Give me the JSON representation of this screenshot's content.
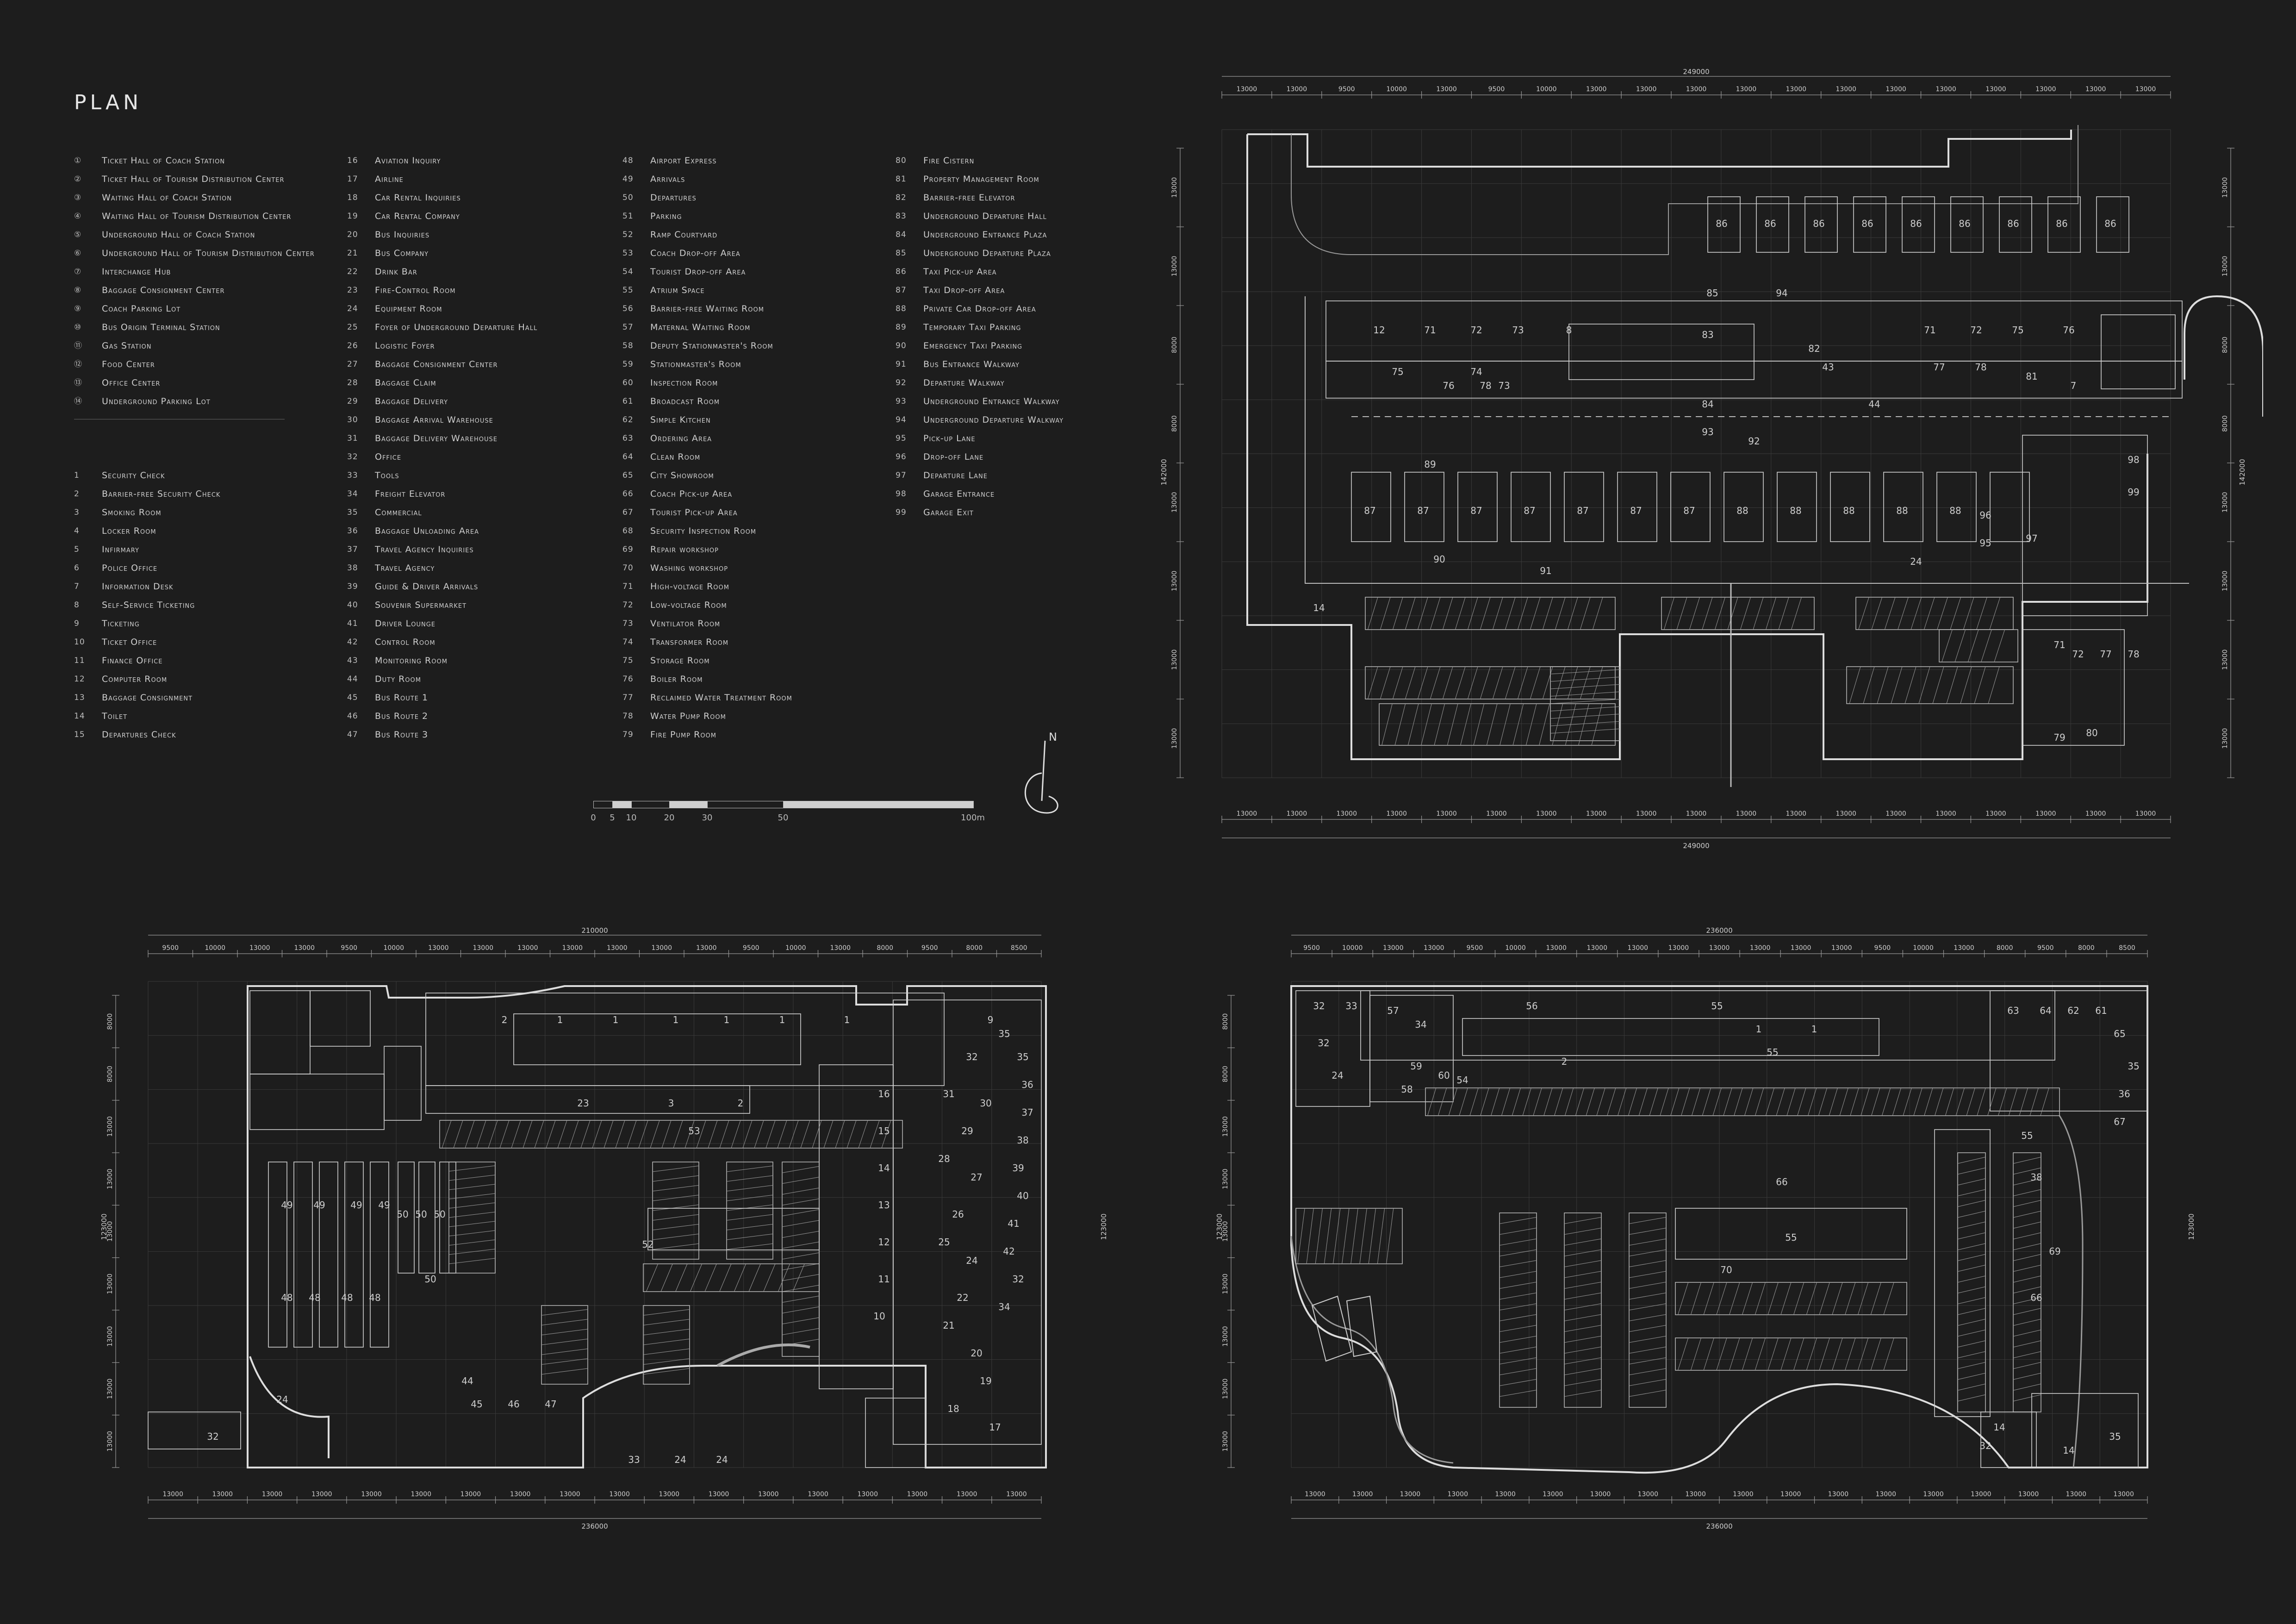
{
  "title": "PLAN",
  "legend": {
    "circled": [
      {
        "n": "①",
        "label": "Ticket Hall of Coach Station"
      },
      {
        "n": "②",
        "label": "Ticket Hall of Tourism Distribution Center"
      },
      {
        "n": "③",
        "label": "Waiting Hall of Coach Station"
      },
      {
        "n": "④",
        "label": "Waiting Hall of Tourism Distribution Center"
      },
      {
        "n": "⑤",
        "label": "Underground Hall of Coach Station"
      },
      {
        "n": "⑥",
        "label": "Underground Hall of Tourism Distribution Center"
      },
      {
        "n": "⑦",
        "label": "Interchange Hub"
      },
      {
        "n": "⑧",
        "label": "Baggage Consignment Center"
      },
      {
        "n": "⑨",
        "label": "Coach Parking Lot"
      },
      {
        "n": "⑩",
        "label": "Bus Origin Terminal Station"
      },
      {
        "n": "⑪",
        "label": "Gas Station"
      },
      {
        "n": "⑫",
        "label": "Food Center"
      },
      {
        "n": "⑬",
        "label": "Office Center"
      },
      {
        "n": "⑭",
        "label": "Underground Parking Lot"
      }
    ],
    "col1": [
      {
        "n": "1",
        "label": "Security Check"
      },
      {
        "n": "2",
        "label": "Barrier-free Security Check"
      },
      {
        "n": "3",
        "label": "Smoking Room"
      },
      {
        "n": "4",
        "label": "Locker Room"
      },
      {
        "n": "5",
        "label": "Infirmary"
      },
      {
        "n": "6",
        "label": "Police Office"
      },
      {
        "n": "7",
        "label": "Information Desk"
      },
      {
        "n": "8",
        "label": "Self-Service Ticketing"
      },
      {
        "n": "9",
        "label": "Ticketing"
      },
      {
        "n": "10",
        "label": "Ticket Office"
      },
      {
        "n": "11",
        "label": "Finance Office"
      },
      {
        "n": "12",
        "label": "Computer Room"
      },
      {
        "n": "13",
        "label": "Baggage Consignment"
      },
      {
        "n": "14",
        "label": "Toilet"
      },
      {
        "n": "15",
        "label": "Departures Check"
      }
    ],
    "col2": [
      {
        "n": "16",
        "label": "Aviation Inquiry"
      },
      {
        "n": "17",
        "label": "Airline"
      },
      {
        "n": "18",
        "label": "Car Rental Inquiries"
      },
      {
        "n": "19",
        "label": "Car Rental Company"
      },
      {
        "n": "20",
        "label": "Bus Inquiries"
      },
      {
        "n": "21",
        "label": "Bus Company"
      },
      {
        "n": "22",
        "label": "Drink Bar"
      },
      {
        "n": "23",
        "label": "Fire-Control Room"
      },
      {
        "n": "24",
        "label": "Equipment Room"
      },
      {
        "n": "25",
        "label": "Foyer of Underground Departure Hall"
      },
      {
        "n": "26",
        "label": "Logistic Foyer"
      },
      {
        "n": "27",
        "label": "Baggage Consignment Center"
      },
      {
        "n": "28",
        "label": "Baggage Claim"
      },
      {
        "n": "29",
        "label": "Baggage Delivery"
      },
      {
        "n": "30",
        "label": "Baggage Arrival Warehouse"
      },
      {
        "n": "31",
        "label": "Baggage Delivery Warehouse"
      },
      {
        "n": "32",
        "label": "Office"
      },
      {
        "n": "33",
        "label": "Tools"
      },
      {
        "n": "34",
        "label": "Freight Elevator"
      },
      {
        "n": "35",
        "label": "Commercial"
      },
      {
        "n": "36",
        "label": "Baggage Unloading Area"
      },
      {
        "n": "37",
        "label": "Travel Agency Inquiries"
      },
      {
        "n": "38",
        "label": "Travel Agency"
      },
      {
        "n": "39",
        "label": "Guide & Driver Arrivals"
      },
      {
        "n": "40",
        "label": "Souvenir Supermarket"
      },
      {
        "n": "41",
        "label": "Driver Lounge"
      },
      {
        "n": "42",
        "label": "Control Room"
      },
      {
        "n": "43",
        "label": "Monitoring Room"
      },
      {
        "n": "44",
        "label": "Duty Room"
      },
      {
        "n": "45",
        "label": "Bus Route 1"
      },
      {
        "n": "46",
        "label": "Bus Route 2"
      },
      {
        "n": "47",
        "label": "Bus Route 3"
      }
    ],
    "col3": [
      {
        "n": "48",
        "label": "Airport Express"
      },
      {
        "n": "49",
        "label": "Arrivals"
      },
      {
        "n": "50",
        "label": "Departures"
      },
      {
        "n": "51",
        "label": "Parking"
      },
      {
        "n": "52",
        "label": "Ramp Courtyard"
      },
      {
        "n": "53",
        "label": "Coach Drop-off Area"
      },
      {
        "n": "54",
        "label": "Tourist Drop-off Area"
      },
      {
        "n": "55",
        "label": "Atrium Space"
      },
      {
        "n": "56",
        "label": "Barrier-free Waiting Room"
      },
      {
        "n": "57",
        "label": "Maternal Waiting Room"
      },
      {
        "n": "58",
        "label": "Deputy Stationmaster's Room"
      },
      {
        "n": "59",
        "label": "Stationmaster's Room"
      },
      {
        "n": "60",
        "label": "Inspection Room"
      },
      {
        "n": "61",
        "label": "Broadcast Room"
      },
      {
        "n": "62",
        "label": "Simple Kitchen"
      },
      {
        "n": "63",
        "label": "Ordering Area"
      },
      {
        "n": "64",
        "label": "Clean Room"
      },
      {
        "n": "65",
        "label": "City Showroom"
      },
      {
        "n": "66",
        "label": "Coach Pick-up Area"
      },
      {
        "n": "67",
        "label": "Tourist Pick-up Area"
      },
      {
        "n": "68",
        "label": "Security Inspection Room"
      },
      {
        "n": "69",
        "label": "Repair workshop"
      },
      {
        "n": "70",
        "label": "Washing workshop"
      },
      {
        "n": "71",
        "label": "High-voltage Room"
      },
      {
        "n": "72",
        "label": "Low-voltage Room"
      },
      {
        "n": "73",
        "label": "Ventilator Room"
      },
      {
        "n": "74",
        "label": "Transformer Room"
      },
      {
        "n": "75",
        "label": "Storage Room"
      },
      {
        "n": "76",
        "label": "Boiler Room"
      },
      {
        "n": "77",
        "label": "Reclaimed Water Treatment Room"
      },
      {
        "n": "78",
        "label": "Water Pump Room"
      },
      {
        "n": "79",
        "label": "Fire Pump Room"
      }
    ],
    "col4": [
      {
        "n": "80",
        "label": "Fire Cistern"
      },
      {
        "n": "81",
        "label": "Property Management Room"
      },
      {
        "n": "82",
        "label": "Barrier-free Elevator"
      },
      {
        "n": "83",
        "label": "Underground Departure Hall"
      },
      {
        "n": "84",
        "label": "Underground Entrance Plaza"
      },
      {
        "n": "85",
        "label": "Underground Departure Plaza"
      },
      {
        "n": "86",
        "label": "Taxi Pick-up Area"
      },
      {
        "n": "87",
        "label": "Taxi Drop-off Area"
      },
      {
        "n": "88",
        "label": "Private Car Drop-off Area"
      },
      {
        "n": "89",
        "label": "Temporary Taxi Parking"
      },
      {
        "n": "90",
        "label": "Emergency Taxi Parking"
      },
      {
        "n": "91",
        "label": "Bus Entrance Walkway"
      },
      {
        "n": "92",
        "label": "Departure Walkway"
      },
      {
        "n": "93",
        "label": "Underground Entrance Walkway"
      },
      {
        "n": "94",
        "label": "Underground Departure Walkway"
      },
      {
        "n": "95",
        "label": "Pick-up Lane"
      },
      {
        "n": "96",
        "label": "Drop-off Lane"
      },
      {
        "n": "97",
        "label": "Departure Lane"
      },
      {
        "n": "98",
        "label": "Garage Entrance"
      },
      {
        "n": "99",
        "label": "Garage Exit"
      }
    ]
  },
  "scalebar": {
    "labels": [
      "0",
      "5",
      "10",
      "20",
      "30",
      "50",
      "100m"
    ],
    "stops": [
      0,
      5,
      10,
      20,
      30,
      50,
      100
    ]
  },
  "north_label": "N",
  "plans": {
    "top_right": {
      "total_dim": "249000",
      "top_dims": [
        "13000",
        "13000",
        "9500",
        "10000",
        "13000",
        "9500",
        "10000",
        "13000",
        "13000",
        "13000",
        "13000",
        "13000",
        "13000",
        "13000",
        "13000",
        "13000",
        "13000",
        "13000",
        "13000"
      ],
      "bottom_dims": [
        "13000",
        "13000",
        "13000",
        "13000",
        "13000",
        "13000",
        "13000",
        "13000",
        "13000",
        "13000",
        "13000",
        "13000",
        "13000",
        "13000",
        "13000",
        "13000",
        "13000",
        "13000",
        "13000"
      ],
      "left_dims": [
        "13000",
        "13000",
        "8000",
        "8000",
        "13000",
        "13000",
        "13000",
        "13000"
      ],
      "right_dims": [
        "13000",
        "13000",
        "8000",
        "8000",
        "13000",
        "13000",
        "13000",
        "13000"
      ],
      "side_total": "142000",
      "labels": [
        "86",
        "86",
        "86",
        "86",
        "86",
        "86",
        "86",
        "86",
        "86",
        "85",
        "94",
        "12",
        "71",
        "72",
        "73",
        "75",
        "74",
        "73",
        "76",
        "78",
        "82",
        "8",
        "83",
        "84",
        "43",
        "44",
        "71",
        "72",
        "75",
        "76",
        "77",
        "78",
        "81",
        "7",
        "87",
        "87",
        "87",
        "87",
        "87",
        "87",
        "87",
        "88",
        "88",
        "88",
        "88",
        "88",
        "89",
        "90",
        "91",
        "93",
        "92",
        "98",
        "99",
        "24",
        "71",
        "72",
        "77",
        "78",
        "80",
        "79",
        "96",
        "97",
        "95",
        "14"
      ]
    },
    "bottom_left": {
      "total_dim": "210000",
      "bottom_total": "236000",
      "top_dims": [
        "9500",
        "10000",
        "13000",
        "13000",
        "9500",
        "10000",
        "13000",
        "13000",
        "13000",
        "13000",
        "13000",
        "13000",
        "13000",
        "9500",
        "10000",
        "13000",
        "8000",
        "9500",
        "8000",
        "8500"
      ],
      "bottom_dims": [
        "13000",
        "13000",
        "13000",
        "13000",
        "13000",
        "13000",
        "13000",
        "13000",
        "13000",
        "13000",
        "13000",
        "13000",
        "13000",
        "13000",
        "13000",
        "13000",
        "13000",
        "13000"
      ],
      "left_dims": [
        "8000",
        "8000",
        "13000",
        "13000",
        "13000",
        "13000",
        "13000",
        "13000",
        "13000"
      ],
      "side_total": "123000",
      "labels": [
        "2",
        "1",
        "1",
        "1",
        "1",
        "1",
        "1",
        "2",
        "3",
        "53",
        "52",
        "49",
        "49",
        "49",
        "49",
        "48",
        "48",
        "48",
        "48",
        "50",
        "50",
        "50",
        "50",
        "23",
        "45",
        "46",
        "47",
        "32",
        "31",
        "30",
        "29",
        "28",
        "27",
        "26",
        "25",
        "24",
        "22",
        "21",
        "20",
        "19",
        "18",
        "17",
        "16",
        "15",
        "14",
        "13",
        "12",
        "11",
        "10",
        "9",
        "35",
        "35",
        "36",
        "37",
        "38",
        "39",
        "40",
        "41",
        "42",
        "32",
        "34",
        "33",
        "24",
        "24",
        "24",
        "32",
        "44"
      ]
    },
    "bottom_right": {
      "total_dim": "236000",
      "bottom_total": "236000",
      "top_dims": [
        "9500",
        "10000",
        "13000",
        "13000",
        "9500",
        "10000",
        "13000",
        "13000",
        "13000",
        "13000",
        "13000",
        "13000",
        "13000",
        "13000",
        "9500",
        "10000",
        "13000",
        "8000",
        "9500",
        "8000",
        "8500"
      ],
      "bottom_dims": [
        "13000",
        "13000",
        "13000",
        "13000",
        "13000",
        "13000",
        "13000",
        "13000",
        "13000",
        "13000",
        "13000",
        "13000",
        "13000",
        "13000",
        "13000",
        "13000",
        "13000",
        "13000"
      ],
      "left_dims": [
        "8000",
        "8000",
        "13000",
        "13000",
        "13000",
        "13000",
        "13000",
        "13000",
        "13000"
      ],
      "side_total": "123000",
      "labels": [
        "32",
        "33",
        "34",
        "32",
        "24",
        "59",
        "58",
        "57",
        "60",
        "56",
        "55",
        "54",
        "55",
        "2",
        "1",
        "1",
        "63",
        "64",
        "62",
        "61",
        "65",
        "35",
        "36",
        "67",
        "66",
        "55",
        "38",
        "55",
        "69",
        "70",
        "66",
        "32",
        "35",
        "14",
        "14"
      ]
    }
  }
}
